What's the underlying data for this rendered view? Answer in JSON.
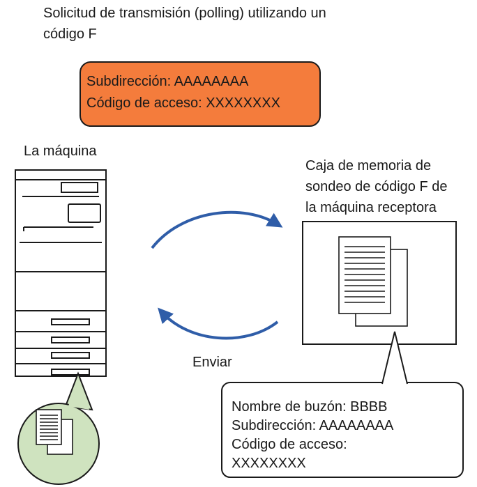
{
  "title_lines": [
    "Solicitud de transmisión (polling) utilizando un",
    "código F"
  ],
  "request_box": {
    "lines": [
      "Subdirección: AAAAAAAA",
      "Código de acceso: XXXXXXXX"
    ],
    "color": "#f47c3c"
  },
  "machine_label": "La máquina",
  "memory_box_label_lines": [
    "Caja de memoria de",
    "sondeo de código F de",
    "la máquina receptora"
  ],
  "send_label": "Enviar",
  "mailbox_bubble": {
    "lines": [
      "Nombre de buzón: BBBB",
      "Subdirección: AAAAAAAA",
      "Código de acceso:",
      "XXXXXXXX"
    ]
  },
  "colors": {
    "arrow": "#2f5da8",
    "circle_fill": "#cfe3bf",
    "outline": "#1a1a1a"
  }
}
